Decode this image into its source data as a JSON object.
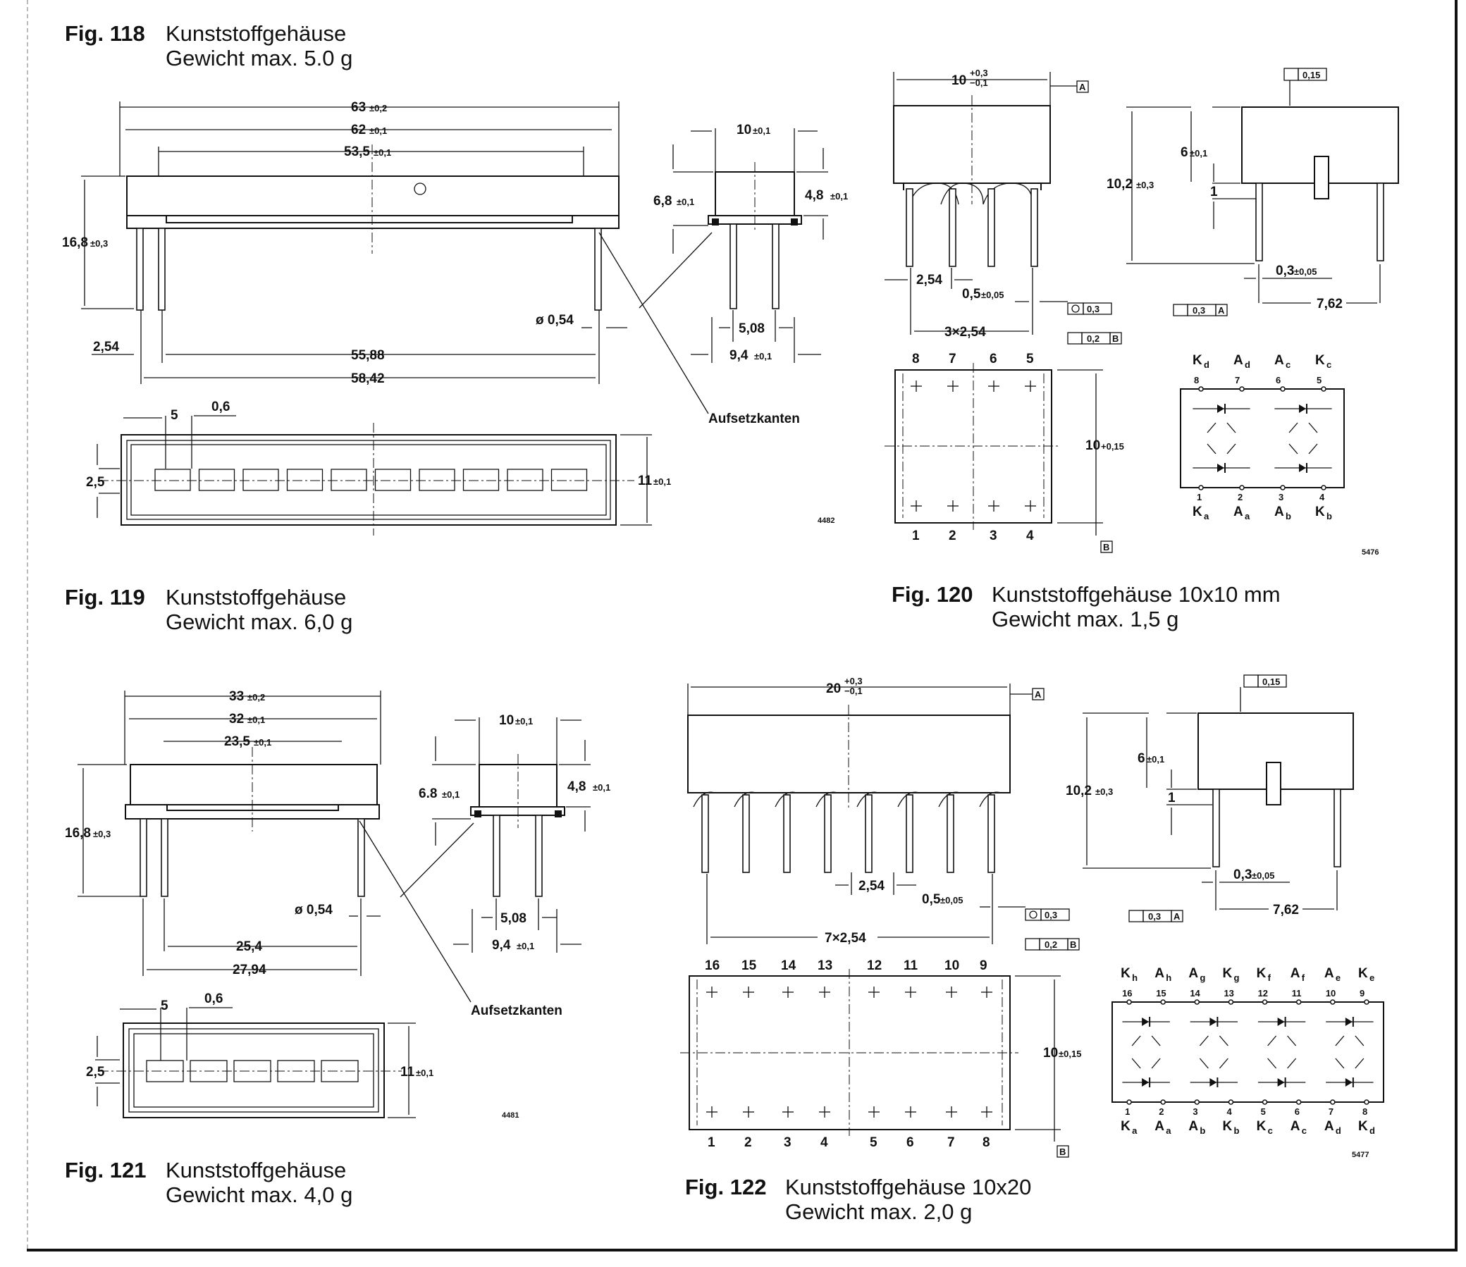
{
  "figures": {
    "fig118": {
      "label": "Fig. 118",
      "title": "Kunststoffgehäuse",
      "weight": "Gewicht max. 5.0 g"
    },
    "fig119": {
      "label": "Fig. 119",
      "title": "Kunststoffgehäuse",
      "weight": "Gewicht max. 6,0 g"
    },
    "fig120": {
      "label": "Fig. 120",
      "title": "Kunststoffgehäuse 10x10 mm",
      "weight": "Gewicht max. 1,5 g"
    },
    "fig121": {
      "label": "Fig. 121",
      "title": "Kunststoffgehäuse",
      "weight": "Gewicht max. 4,0 g"
    },
    "fig122": {
      "label": "Fig. 122",
      "title": "Kunststoffgehäuse 10x20",
      "weight": "Gewicht max. 2,0 g"
    }
  },
  "top_left": {
    "dims": {
      "d63": "63",
      "d63_tol": "±0,2",
      "d62": "62",
      "d62_tol": "±0,1",
      "d53": "53,5",
      "d53_tol": "±0,1",
      "h16": "16,8",
      "h16_tol": "±0,3",
      "pitch": "2,54",
      "d5588": "55,88",
      "d5842": "58,42",
      "dia": "ø 0,54"
    },
    "side": {
      "w10": "10",
      "w10_tol": "±0,1",
      "h68": "6,8",
      "h68_tol": "±0,1",
      "h48": "4,8",
      "h48_tol": "±0,1",
      "s508": "5,08",
      "s94": "9,4",
      "s94_tol": "±0,1",
      "callout": "Aufsetzkanten"
    },
    "bottom": {
      "d5": "5",
      "d06": "0,6",
      "d25": "2,5",
      "d11": "11",
      "d11_tol": "±0,1",
      "code": "4482"
    }
  },
  "mid_left": {
    "dims": {
      "d33": "33",
      "d33_tol": "±0,2",
      "d32": "32",
      "d32_tol": "±0,1",
      "d235": "23,5",
      "d235_tol": "±0,1",
      "h16": "16,8",
      "h16_tol": "±0,3",
      "dia": "ø 0,54",
      "d254": "25,4",
      "d2794": "27,94"
    },
    "side": {
      "w10": "10",
      "w10_tol": "±0,1",
      "h68": "6.8",
      "h68_tol": "±0,1",
      "h48": "4,8",
      "h48_tol": "±0,1",
      "s508": "5,08",
      "s94": "9,4",
      "s94_tol": "±0,1",
      "callout": "Aufsetzkanten"
    },
    "bottom": {
      "d5": "5",
      "d06": "0,6",
      "d25": "2,5",
      "d11": "11",
      "d11_tol": "±0,1",
      "code": "4481"
    }
  },
  "top_right": {
    "w10": "10",
    "w10_tol_up": "+0,3",
    "w10_tol_dn": "−0,1",
    "datumA": "A",
    "datumB": "B",
    "d254": "2,54",
    "d05": "0,5",
    "d05_tol": "±0,05",
    "tol03": "0,3",
    "d3x254": "3×2,54",
    "tol02": "0,2",
    "flat015": "0,15",
    "h6": "6",
    "h6_tol": "±0,1",
    "h1": "1",
    "h102": "10,2",
    "h102_tol": "±0,3",
    "d03": "0,3",
    "d03_tol": "±0,05",
    "tol03a": "0,3",
    "d762": "7,62",
    "top_pins": [
      "8",
      "7",
      "6",
      "5"
    ],
    "bottom_pins": [
      "1",
      "2",
      "3",
      "4"
    ],
    "h10": "10",
    "h10_tol": "+0,15",
    "sch_top_labels": [
      "K",
      "A",
      "A",
      "K"
    ],
    "sch_top_subs": [
      "d",
      "d",
      "c",
      "c"
    ],
    "sch_top_pins": [
      "8",
      "7",
      "6",
      "5"
    ],
    "sch_bot_pins": [
      "1",
      "2",
      "3",
      "4"
    ],
    "sch_bot_labels": [
      "K",
      "A",
      "A",
      "K"
    ],
    "sch_bot_subs": [
      "a",
      "a",
      "b",
      "b"
    ],
    "code": "5476"
  },
  "bottom_right": {
    "w20": "20",
    "w20_tol_up": "+0,3",
    "w20_tol_dn": "−0,1",
    "datumA": "A",
    "datumB": "B",
    "d254": "2,54",
    "d05": "0,5",
    "d05_tol": "±0,05",
    "tol03": "0,3",
    "d7x254": "7×2,54",
    "tol02": "0,2",
    "flat015": "0,15",
    "h6": "6",
    "h6_tol": "±0,1",
    "h1": "1",
    "h102": "10,2",
    "h102_tol": "±0,3",
    "d03": "0,3",
    "d03_tol": "±0,05",
    "tol03a": "0,3",
    "d762": "7,62",
    "top_pins": [
      "16",
      "15",
      "14",
      "13",
      "12",
      "11",
      "10",
      "9"
    ],
    "bottom_pins": [
      "1",
      "2",
      "3",
      "4",
      "5",
      "6",
      "7",
      "8"
    ],
    "h10": "10",
    "h10_tol": "±0,15",
    "sch_top_labels": [
      "K",
      "A",
      "A",
      "K",
      "K",
      "A",
      "A",
      "K"
    ],
    "sch_top_subs": [
      "h",
      "h",
      "g",
      "g",
      "f",
      "f",
      "e",
      "e"
    ],
    "sch_top_pins": [
      "16",
      "15",
      "14",
      "13",
      "12",
      "11",
      "10",
      "9"
    ],
    "sch_bot_pins": [
      "1",
      "2",
      "3",
      "4",
      "5",
      "6",
      "7",
      "8"
    ],
    "sch_bot_labels": [
      "K",
      "A",
      "A",
      "K",
      "K",
      "A",
      "A",
      "K"
    ],
    "sch_bot_subs": [
      "a",
      "a",
      "b",
      "b",
      "c",
      "c",
      "d",
      "d"
    ],
    "code": "5477"
  }
}
